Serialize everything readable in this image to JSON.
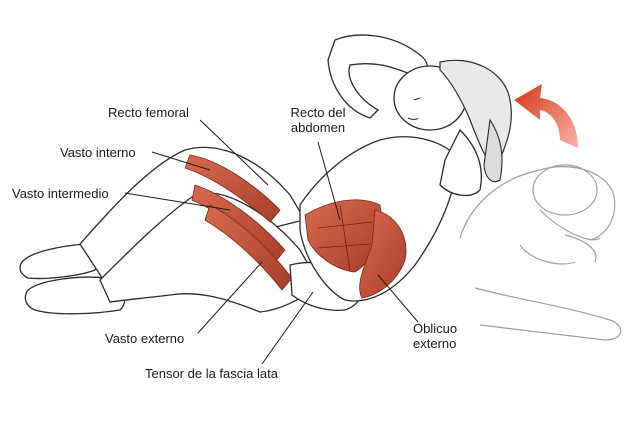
{
  "labels": {
    "recto_femoral": "Recto femoral",
    "recto_del_abdomen_line1": "Recto del",
    "recto_del_abdomen_line2": "abdomen",
    "vasto_interno": "Vasto interno",
    "vasto_intermedio": "Vasto intermedio",
    "vasto_externo": "Vasto externo",
    "tensor_fascia_lata": "Tensor de la fascia lata",
    "oblicuo_externo_line1": "Oblicuo",
    "oblicuo_externo_line2": "externo"
  },
  "colors": {
    "muscle": "#c8553d",
    "muscle_dark": "#9e3a28",
    "outline": "#2b2b2b",
    "skin": "#ffffff",
    "arrow": "#e34a2c",
    "ghost": "#9a9a9a"
  },
  "icons": {
    "arrow": "curved-up-arrow-icon"
  }
}
